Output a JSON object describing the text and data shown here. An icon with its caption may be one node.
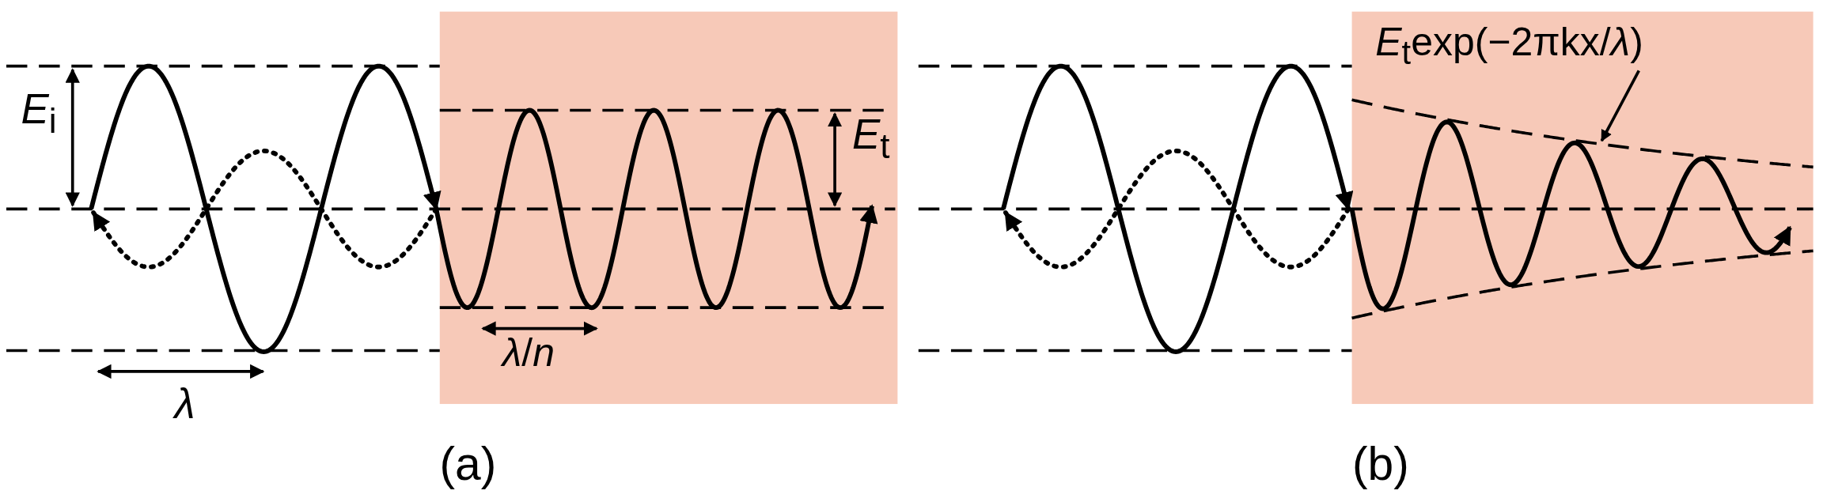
{
  "diagram": {
    "nodes": [
      {
        "text": [
          "*E*$_{t}$exp(−2πkx/*λ*)"
        ]
      },
      {
        "text": [],
        "shape": "curve"
      }
    ],
    "edges": [
      {
        "from": 0,
        "to": 1,
        "arrow": "to"
      }
    ],
    "labels": [
      "*E*$_{i}$",
      "*E*$_{t}$",
      "*λ*/*n*",
      "*λ*",
      "(a)",
      "(b)"
    ]
  }
}
